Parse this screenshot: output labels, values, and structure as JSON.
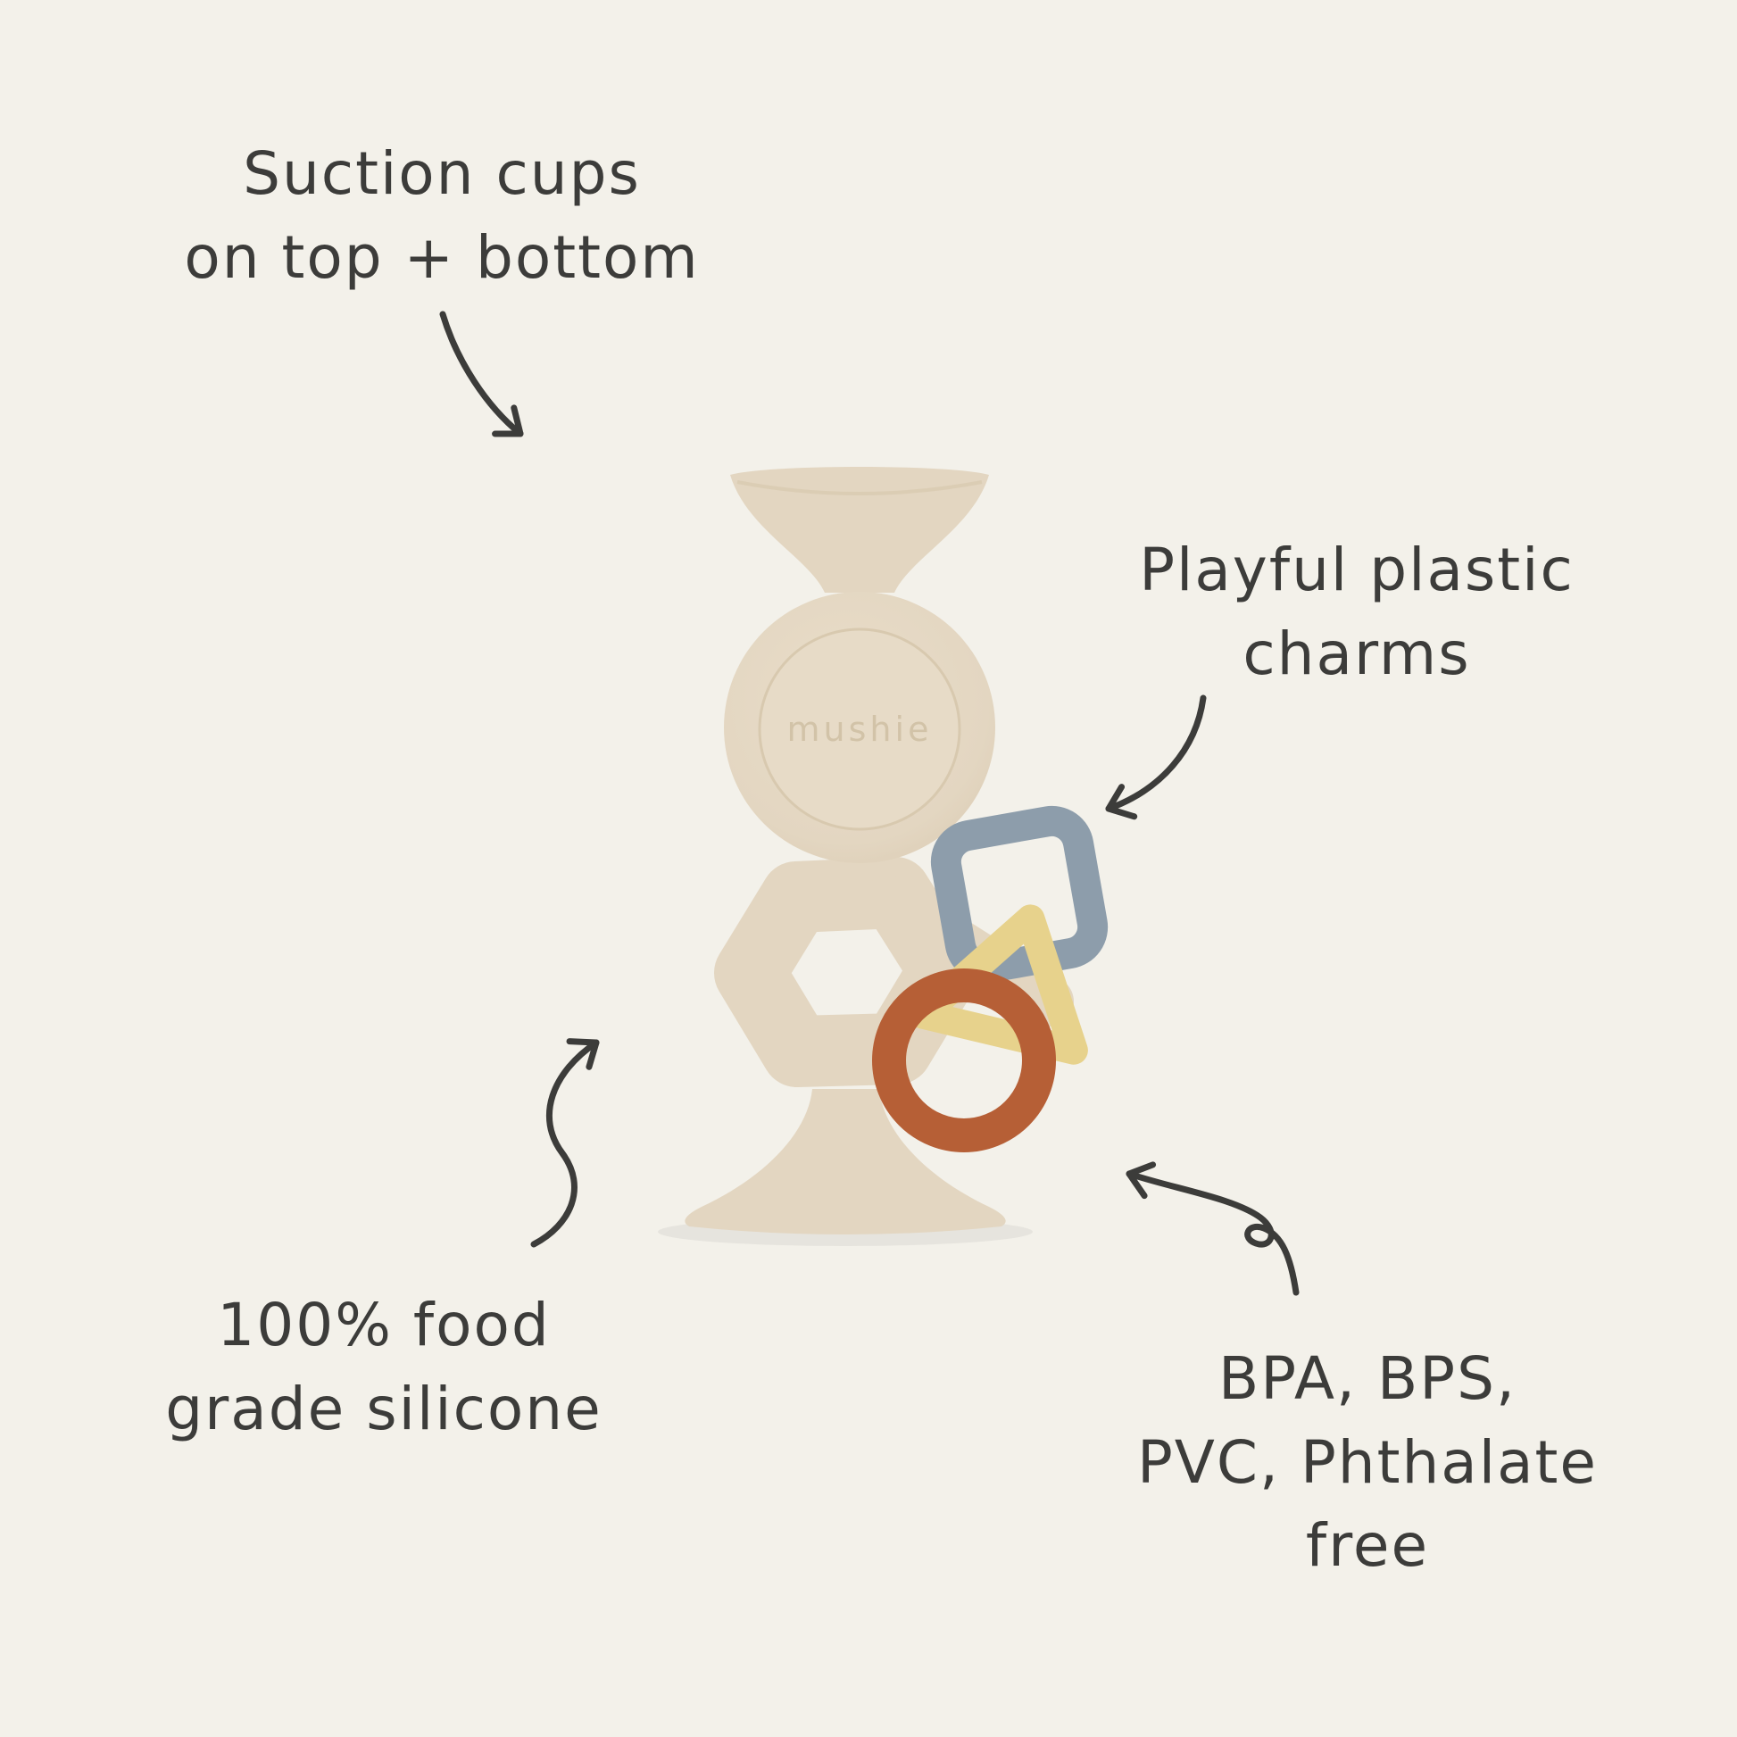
{
  "page": {
    "background": "#f3f1ea",
    "ink": "#3c3c3a"
  },
  "annotations": {
    "suction": {
      "text": "Suction cups\non top + bottom"
    },
    "charms": {
      "text": "Playful plastic\ncharms"
    },
    "silicone": {
      "text": "100% food\ngrade silicone"
    },
    "bpa": {
      "text": "BPA, BPS,\nPVC, Phthalate\nfree"
    }
  },
  "product": {
    "brand": "mushie",
    "type": "suction toy with charms",
    "colors": {
      "body": "#e3d6c1",
      "body_inner": "#e7dbc7",
      "emboss": "#d2c3a8",
      "charm_square": "#8d9dab",
      "charm_triangle": "#e7d28c",
      "charm_ring": "#b65f36",
      "ink": "#3c3c3a"
    }
  }
}
